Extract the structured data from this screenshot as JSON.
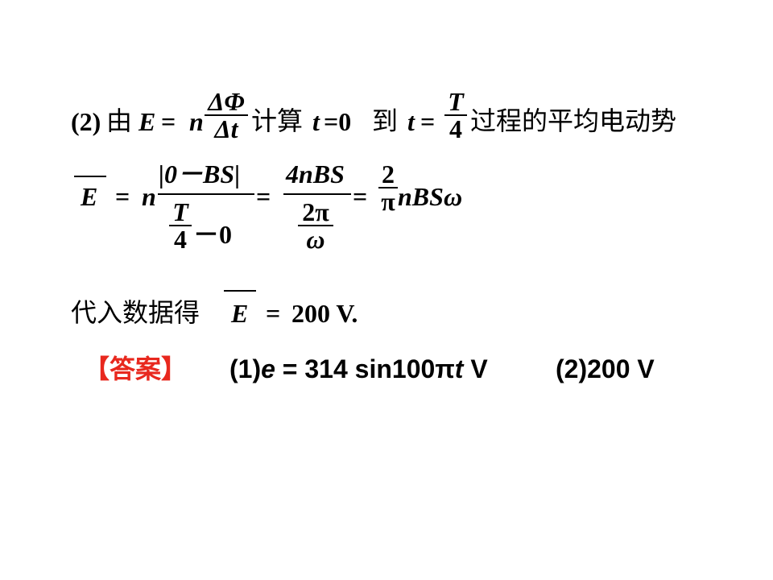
{
  "line1": {
    "label": "(2)",
    "you": "由",
    "E": "E",
    "eq": "=",
    "n": "n",
    "frac_num": "ΔΦ",
    "frac_den": "Δt",
    "jisuan": "计算",
    "t1": "t",
    "eq0": "=0",
    "dao": "到",
    "t2": "t",
    "eq2": "=",
    "T": "T",
    "four": "4",
    "rest": "过程的平均电动势"
  },
  "line2": {
    "E": "E",
    "eq": "=",
    "n": "n",
    "abs_num": "|0－BS|",
    "T": "T",
    "four": "4",
    "minus0": "－0",
    "eq2": "=",
    "num2": "4nBS",
    "twopi": "2π",
    "omega": "ω",
    "eq3": "=",
    "two": "2",
    "pi": "π",
    "tail": "nBSω"
  },
  "line3": {
    "text": "代入数据得",
    "E": "E",
    "eq": "=",
    "value": "200 V."
  },
  "answer": {
    "tag": "【答案】",
    "part1_prefix": "(1)",
    "part1_e": "e",
    "part1_rest": " = 314 sin100π",
    "part1_t": "t",
    "part1_unit": " V",
    "part2": "(2)200 V"
  },
  "colors": {
    "answer_tag": "#e8281e",
    "text": "#000000"
  }
}
